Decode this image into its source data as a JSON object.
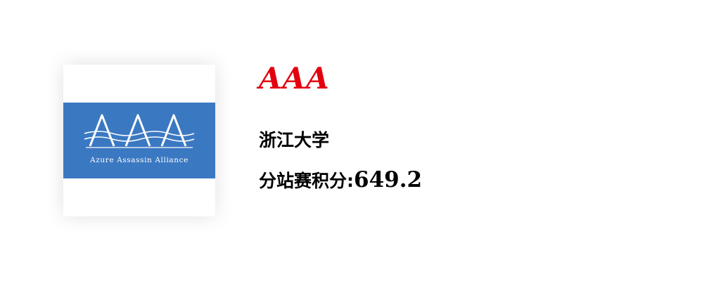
{
  "team": {
    "name": "AAA",
    "name_color": "#e3000f"
  },
  "logo": {
    "letters": "AAA",
    "subtitle": "Azure Assassin Alliance",
    "band_color": "#3b78c2"
  },
  "university": "浙江大学",
  "score": {
    "label": "分站赛积分:",
    "value": "649.2"
  }
}
